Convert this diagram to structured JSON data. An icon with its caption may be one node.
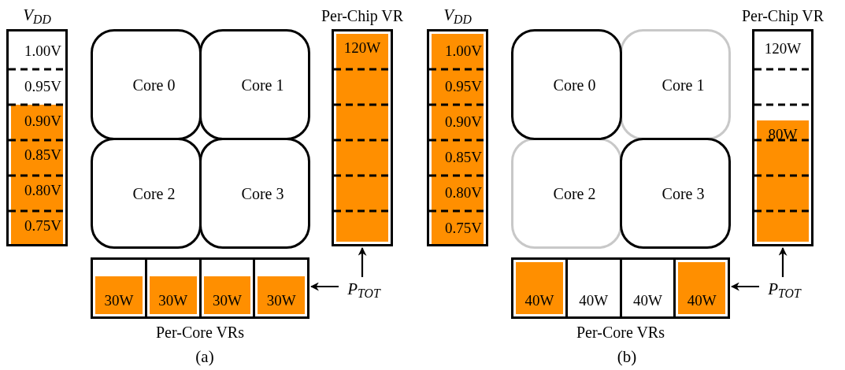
{
  "diagram": {
    "nodes": [
      {
        "text": [
          "V$_{DD}$",
          "1.00V",
          "0.95V"
        ]
      },
      {
        "text": [
          "0.90V",
          "0.85V",
          "0.80V",
          "0.75V"
        ],
        "in": 0
      },
      {
        "text": [
          "Core 0"
        ]
      },
      {
        "text": [
          "Core 1"
        ]
      },
      {
        "text": [
          "Core 2"
        ]
      },
      {
        "text": [
          "Core 3"
        ]
      },
      {
        "text": [
          "Per-Chip VR"
        ]
      },
      {
        "text": [
          "120W"
        ],
        "in": 6
      },
      {
        "text": [
          "Per-Core VRs"
        ]
      },
      {
        "text": [],
        "shape": "box",
        "in": 8
      },
      {
        "text": [
          "30W"
        ],
        "in": 9
      },
      {
        "text": [],
        "shape": "box",
        "in": 8
      },
      {
        "text": [
          "30W"
        ],
        "in": 11
      },
      {
        "text": [],
        "shape": "box",
        "in": 8
      },
      {
        "text": [
          "30W"
        ],
        "in": 13
      },
      {
        "text": [],
        "shape": "box",
        "in": 8
      },
      {
        "text": [
          "30W"
        ],
        "in": 15
      },
      {
        "text": [
          "P$_{TOT}$"
        ]
      },
      {
        "text": [
          "V$_{DD}$"
        ]
      },
      {
        "text": [
          "1.00V",
          "0.95V",
          "0.90V",
          "0.85V",
          "0.80V",
          "0.75V"
        ],
        "in": 18
      },
      {
        "text": [
          "Core 0"
        ]
      },
      {
        "text": [
          "Core 1"
        ]
      },
      {
        "text": [
          "Core 2"
        ]
      },
      {
        "text": [
          "Core 3"
        ]
      },
      {
        "text": [
          "Per-Chip VR",
          "120W"
        ]
      },
      {
        "text": [
          "80W"
        ],
        "in": 24
      },
      {
        "text": [
          "Per-Core VRs"
        ]
      },
      {
        "text": [],
        "shape": "box",
        "in": 26
      },
      {
        "text": [
          "40W"
        ],
        "in": 27
      },
      {
        "text": [
          "40W"
        ],
        "in": 26
      },
      {
        "text": [
          "40W"
        ],
        "in": 26
      },
      {
        "text": [],
        "shape": "box",
        "in": 26
      },
      {
        "text": [
          "40W"
        ],
        "in": 31
      },
      {
        "text": [
          "P$_{TOT}$"
        ]
      }
    ],
    "edges": [
      {
        "from": 17,
        "to": 8,
        "arrow": "to"
      },
      {
        "from": 17,
        "to": 6,
        "arrow": "to"
      },
      {
        "from": 33,
        "to": 26,
        "arrow": "to"
      },
      {
        "from": 33,
        "to": 24,
        "arrow": "to"
      }
    ],
    "labels": [
      "(a)",
      "(b)"
    ]
  }
}
